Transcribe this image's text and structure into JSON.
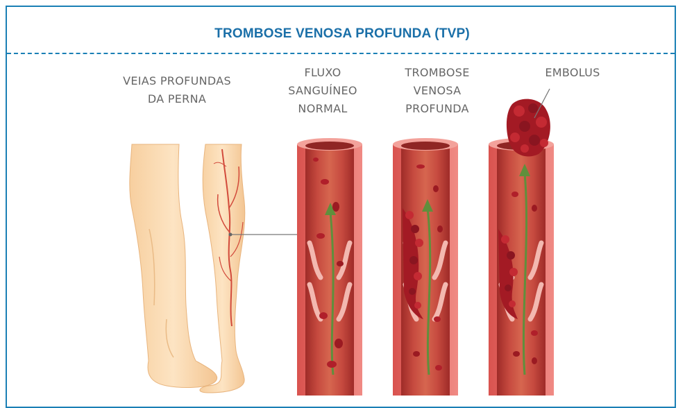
{
  "title": "TROMBOSE VENOSA PROFUNDA (TVP)",
  "labels": {
    "legs": [
      "VEIAS PROFUNDAS",
      "DA PERNA"
    ],
    "normal_flow": [
      "FLUXO",
      "SANGUÍNEO",
      "NORMAL"
    ],
    "dvt": [
      "TROMBOSE",
      "VENOSA",
      "PROFUNDA"
    ],
    "embolus": [
      "EMBOLUS"
    ]
  },
  "colors": {
    "frame": "#1a7fb5",
    "title": "#1a6fa8",
    "label_text": "#666666",
    "skin": "#fbdcb4",
    "vein_wall": "#e56a6a",
    "vein_inner": "#c64840",
    "clot": "#b01f2a",
    "arrow": "#5f8f3c"
  },
  "icons": [
    "leg-front-illustration",
    "leg-back-illustration",
    "vein-normal-illustration",
    "vein-thrombosis-illustration",
    "vein-embolus-illustration"
  ]
}
